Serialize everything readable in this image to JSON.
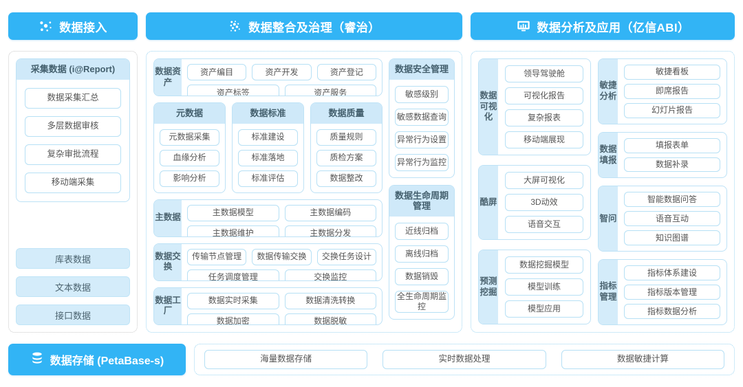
{
  "headers": [
    {
      "icon": "network-nodes-icon",
      "title": "数据接入"
    },
    {
      "icon": "data-particles-icon",
      "title": "数据整合及治理（睿治）"
    },
    {
      "icon": "monitor-chart-icon",
      "title": "数据分析及应用（亿信ABI）"
    }
  ],
  "column1": {
    "card": {
      "title": "采集数据 (i@Report)",
      "items": [
        "数据采集汇总",
        "多层数据审核",
        "复杂审批流程",
        "移动端采集"
      ]
    },
    "solid_items": [
      "库表数据",
      "文本数据",
      "接口数据"
    ]
  },
  "column2": {
    "data_asset": {
      "label": "数据资产",
      "rows": [
        [
          "资产编目",
          "资产开发",
          "资产登记"
        ],
        [
          "资产标签",
          "资产服务"
        ]
      ]
    },
    "trio": [
      {
        "title": "元数据",
        "items": [
          "元数据采集",
          "血缘分析",
          "影响分析"
        ]
      },
      {
        "title": "数据标准",
        "items": [
          "标准建设",
          "标准落地",
          "标准评估"
        ]
      },
      {
        "title": "数据质量",
        "items": [
          "质量规则",
          "质检方案",
          "数据整改"
        ]
      }
    ],
    "master_data": {
      "label": "主数据",
      "rows": [
        [
          "主数据模型",
          "主数据编码"
        ],
        [
          "主数据维护",
          "主数据分发"
        ]
      ]
    },
    "data_exchange": {
      "label": "数据交换",
      "rows": [
        [
          "传输节点管理",
          "数据传输交换",
          "交换任务设计"
        ],
        [
          "任务调度管理",
          "交换监控"
        ]
      ]
    },
    "data_factory": {
      "label": "数据工厂",
      "rows": [
        [
          "数据实时采集",
          "数据清洗转换"
        ],
        [
          "数据加密",
          "数据脱敏"
        ]
      ]
    },
    "security": {
      "title": "数据安全管理",
      "items": [
        "敏感级别",
        "敏感数据查询",
        "异常行为设置",
        "异常行为监控"
      ]
    },
    "lifecycle": {
      "title": "数据生命周期管理",
      "items": [
        "近线归档",
        "离线归档",
        "数据销毁",
        "全生命周期监控"
      ]
    }
  },
  "column3": {
    "left_blocks": [
      {
        "label": "数据可视化",
        "items": [
          "领导驾驶舱",
          "可视化报告",
          "复杂报表",
          "移动端展现"
        ]
      },
      {
        "label": "酷屏",
        "items": [
          "大屏可视化",
          "3D动效",
          "语音交互"
        ]
      },
      {
        "label": "预测挖掘",
        "items": [
          "数据挖掘模型",
          "模型训练",
          "模型应用"
        ]
      }
    ],
    "right_blocks": [
      {
        "label": "敏捷分析",
        "items": [
          "敏捷看板",
          "即席报告",
          "幻灯片报告"
        ]
      },
      {
        "label": "数据填报",
        "items": [
          "填报表单",
          "数据补录"
        ]
      },
      {
        "label": "智问",
        "items": [
          "智能数据问答",
          "语音互动",
          "知识图谱"
        ]
      },
      {
        "label": "指标管理",
        "items": [
          "指标体系建设",
          "指标版本管理",
          "指标数据分析"
        ]
      }
    ]
  },
  "storage": {
    "icon": "database-stack-icon",
    "title": "数据存储 (PetaBase-s)",
    "items": [
      "海量数据存储",
      "实时数据处理",
      "数据敏捷计算"
    ]
  }
}
